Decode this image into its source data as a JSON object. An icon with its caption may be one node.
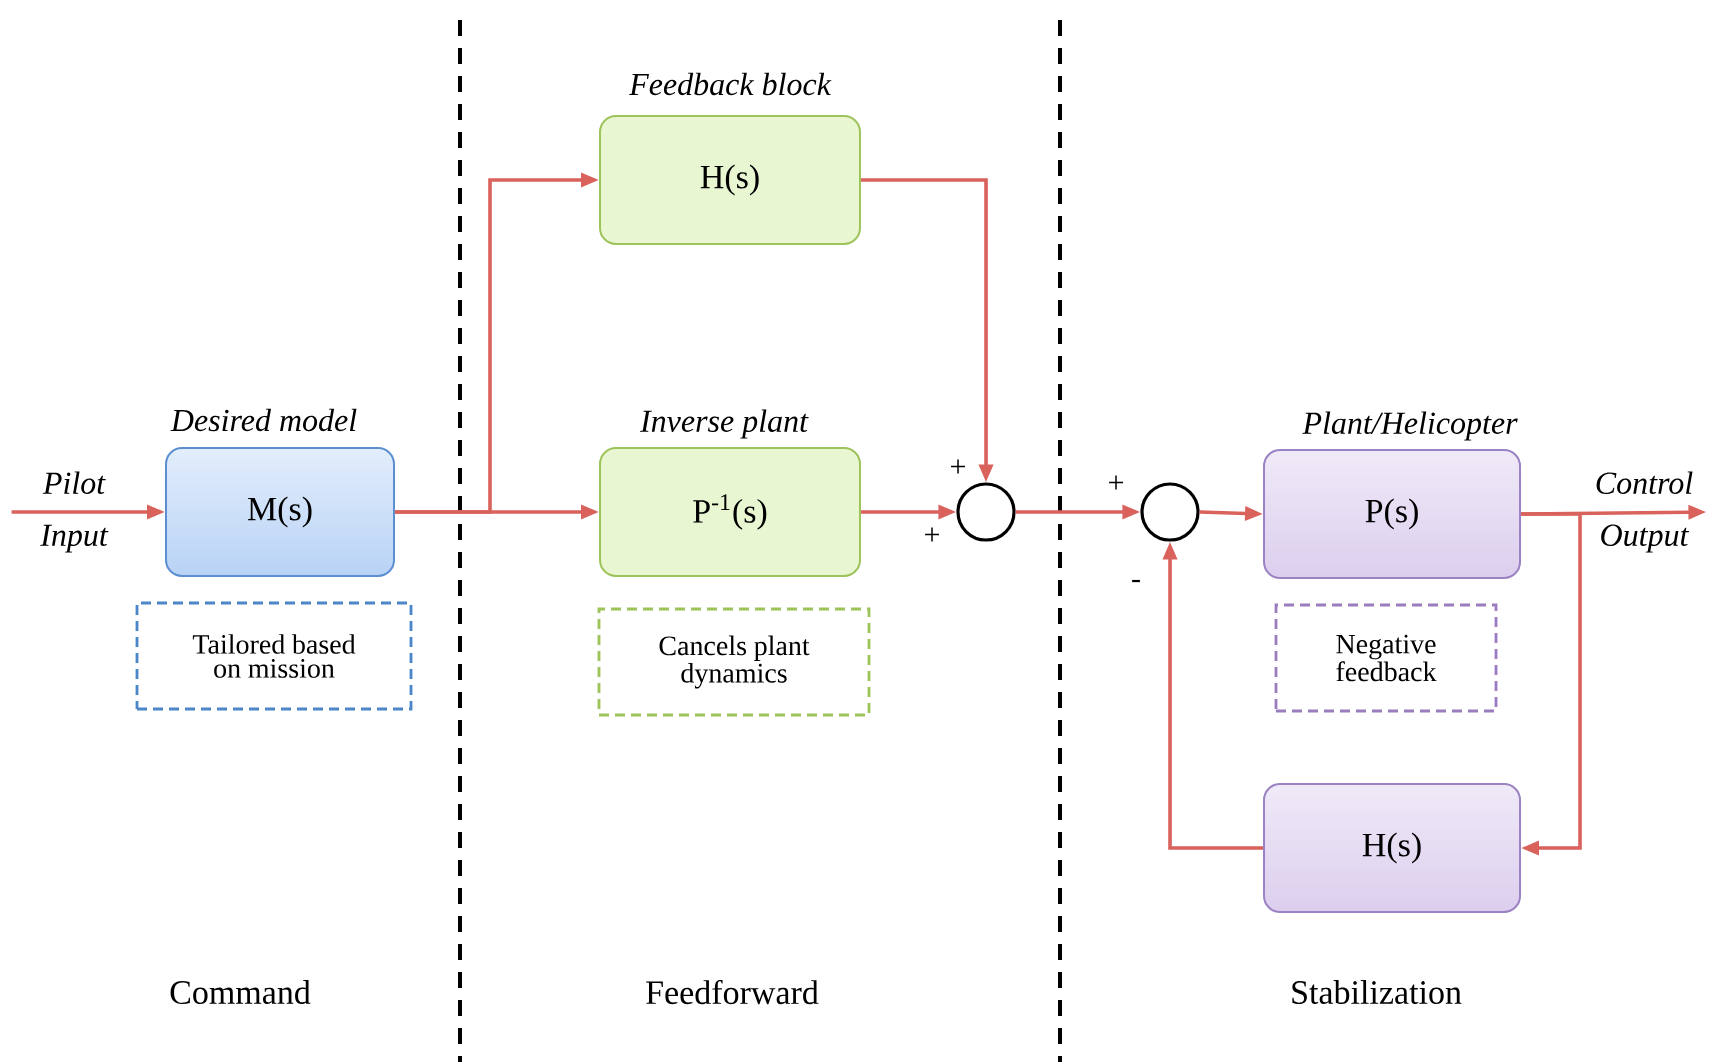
{
  "diagram": {
    "nodes": [
      {
        "text": [
          "M(s)"
        ],
        "beside": [
          "Desired model"
        ]
      },
      {
        "text": [
          "H(s)"
        ],
        "beside": [
          "Feedback block"
        ]
      },
      {
        "text": [
          "P$^{-1}$(s)"
        ],
        "beside": [
          "Inverse plant"
        ]
      },
      {
        "text": [],
        "shape": "circle"
      },
      {
        "text": [],
        "shape": "circle"
      },
      {
        "text": [
          "P(s)"
        ],
        "beside": [
          "Plant/Helicopter"
        ]
      },
      {
        "text": [
          "H(s)"
        ]
      },
      {
        "text": [
          "Tailored based on mission"
        ]
      },
      {
        "text": [
          "Cancels plant dynamics"
        ]
      },
      {
        "text": [
          "Negative feedback"
        ]
      },
      {
        "text": [
          "Pilot Input"
        ]
      },
      {
        "text": [
          "Control Output"
        ]
      }
    ],
    "edges": [
      {
        "from": 10,
        "to": 0,
        "arrow": "to"
      },
      {
        "from": 0,
        "to": 2,
        "arrow": "to"
      },
      {
        "from": 0,
        "to": 1,
        "arrow": "to"
      },
      {
        "from": 1,
        "to": 3,
        "arrow": "to"
      },
      {
        "from": 2,
        "to": 3,
        "arrow": "to"
      },
      {
        "from": 3,
        "to": 4,
        "arrow": "to"
      },
      {
        "from": 4,
        "to": 5,
        "arrow": "to"
      },
      {
        "from": 5,
        "to": 11,
        "arrow": "to"
      },
      {
        "from": 5,
        "to": 6,
        "arrow": "to"
      },
      {
        "from": 6,
        "to": 4,
        "arrow": "to"
      }
    ],
    "labels": [
      "+",
      "+",
      "+",
      "-",
      "Command",
      "Feedforward",
      "Stabilization"
    ]
  }
}
